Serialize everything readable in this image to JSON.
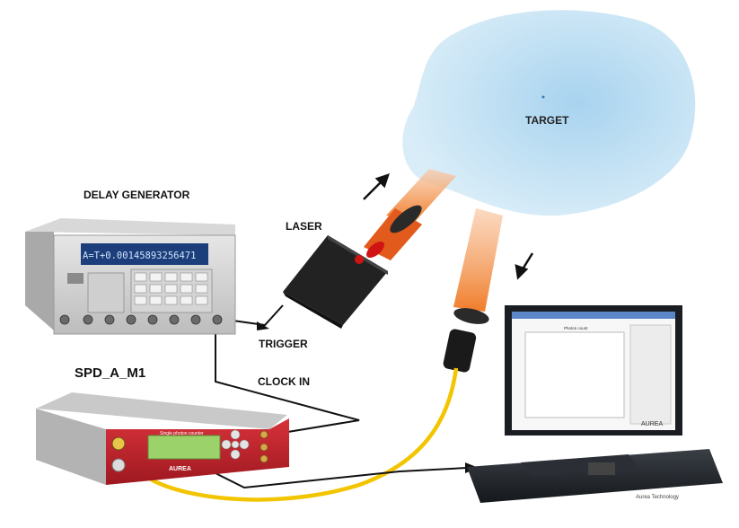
{
  "labels": {
    "target": "TARGET",
    "delay_generator": "DELAY GENERATOR",
    "laser": "LASER",
    "trigger": "TRIGGER",
    "clock_in": "CLOCK IN",
    "spd": "SPD_A_M1",
    "credit": "Aurea Technology"
  },
  "delay_generator": {
    "display": "A=T+0.00145893256471"
  },
  "spd_device": {
    "panel_title": "Single photon counter",
    "brand": "AUREA"
  },
  "laptop": {
    "plot_title": "Photon count",
    "brand": "AUREA"
  },
  "colors": {
    "target_fill": "#b9ddf1",
    "beam": "#f07d2a",
    "fiber": "#f2c500",
    "spd_red": "#c8202a",
    "lcd": "#9bd36a"
  }
}
